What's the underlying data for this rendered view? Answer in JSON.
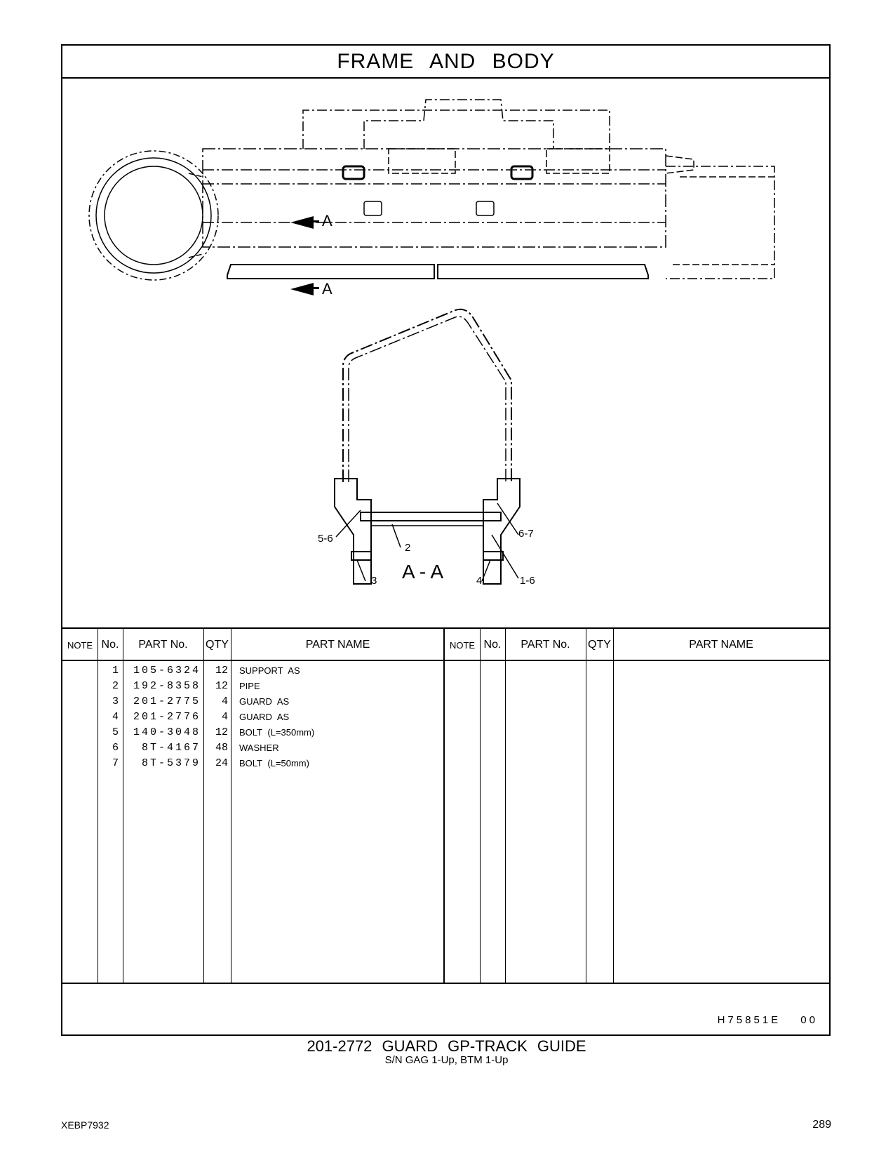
{
  "page": {
    "section_title": "FRAME AND BODY",
    "footer_code": "H75851E 00",
    "group_title": "201-2772 GUARD GP-TRACK GUIDE",
    "group_subtitle": "S/N GAG 1-Up, BTM 1-Up",
    "doc_id": "XEBP7932",
    "page_number": "289"
  },
  "drawing": {
    "section_marker_top": "A",
    "section_marker_bottom": "A",
    "section_view_label": "A - A",
    "callouts": [
      "5-6",
      "2",
      "6-7",
      "3",
      "4",
      "1-6"
    ]
  },
  "table": {
    "headers": {
      "note": "NOTE",
      "no": "No.",
      "part_no": "PART No.",
      "qty": "QTY",
      "part_name": "PART NAME"
    },
    "rows": [
      {
        "no": "1",
        "part_no": "105-6324",
        "qty": "12",
        "name": "SUPPORT AS"
      },
      {
        "no": "2",
        "part_no": "192-8358",
        "qty": "12",
        "name": "PIPE"
      },
      {
        "no": "3",
        "part_no": "201-2775",
        "qty": "4",
        "name": "GUARD AS"
      },
      {
        "no": "4",
        "part_no": "201-2776",
        "qty": "4",
        "name": "GUARD AS"
      },
      {
        "no": "5",
        "part_no": "140-3048",
        "qty": "12",
        "name": "BOLT (L=350mm)"
      },
      {
        "no": "6",
        "part_no": "8T-4167",
        "qty": "48",
        "name": "WASHER"
      },
      {
        "no": "7",
        "part_no": "8T-5379",
        "qty": "24",
        "name": "BOLT (L=50mm)"
      }
    ]
  }
}
